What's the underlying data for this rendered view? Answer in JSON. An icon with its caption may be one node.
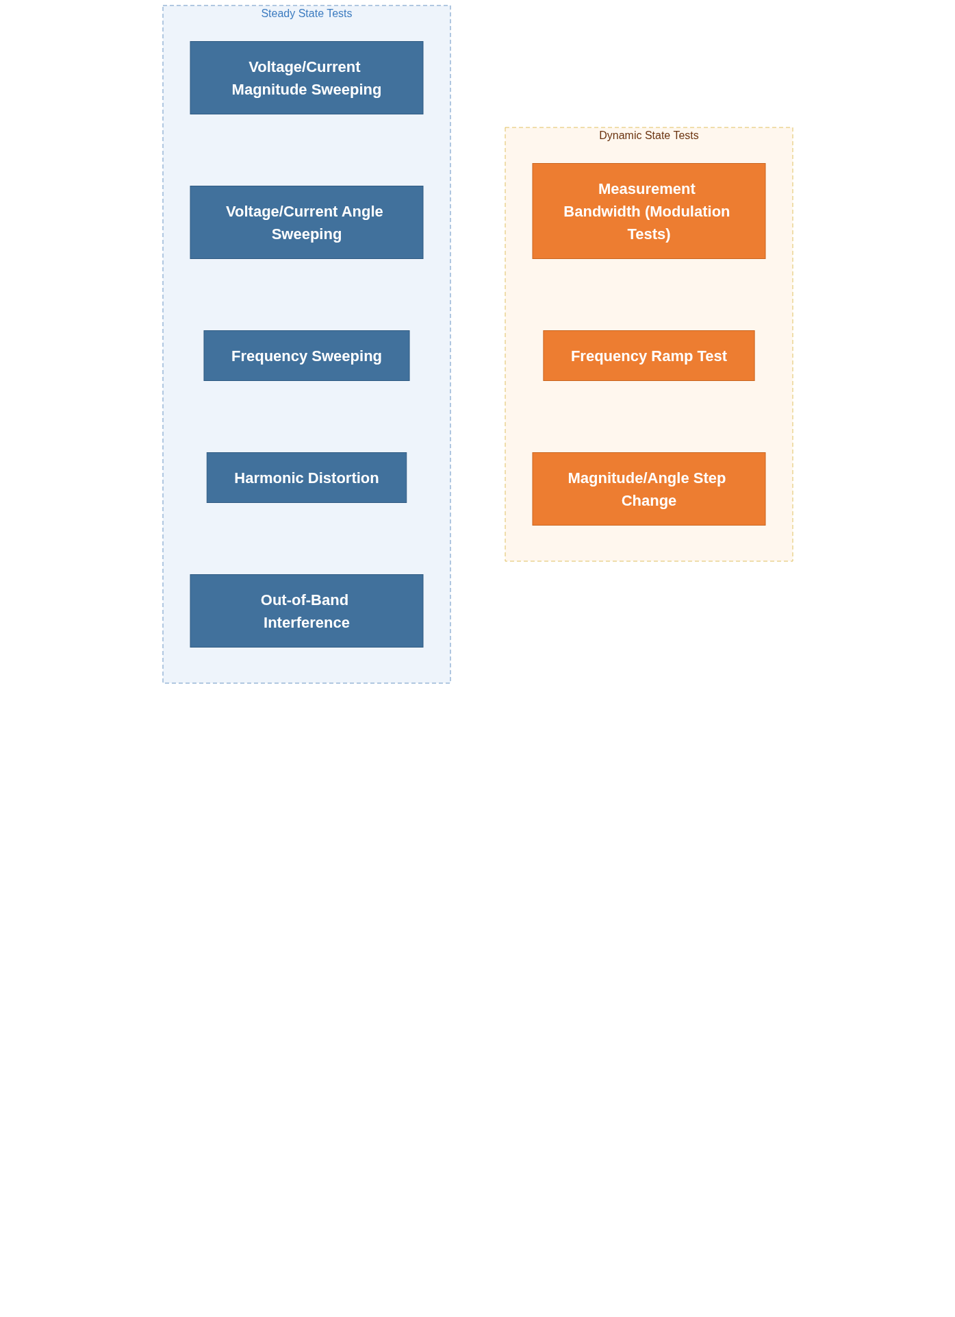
{
  "diagram": {
    "nodes": [
      {
        "text": [
          "Steady State Tests"
        ]
      },
      {
        "text": [
          "Voltage/Current Magnitude Sweeping"
        ],
        "in": 0
      },
      {
        "text": [
          "Voltage/Current Angle Sweeping"
        ],
        "in": 0
      },
      {
        "text": [
          "Frequency Sweeping"
        ],
        "in": 0
      },
      {
        "text": [
          "Harmonic Distortion"
        ],
        "in": 0
      },
      {
        "text": [
          "Out-of-Band Interference"
        ],
        "in": 0
      },
      {
        "text": [
          "Dynamic State Tests"
        ]
      },
      {
        "text": [
          "Measurement Bandwidth (Modulation Tests)"
        ],
        "in": 6
      },
      {
        "text": [
          "Frequency Ramp Test"
        ],
        "in": 6
      },
      {
        "text": [
          "Magnitude/Angle Step Change"
        ],
        "in": 6
      }
    ]
  }
}
